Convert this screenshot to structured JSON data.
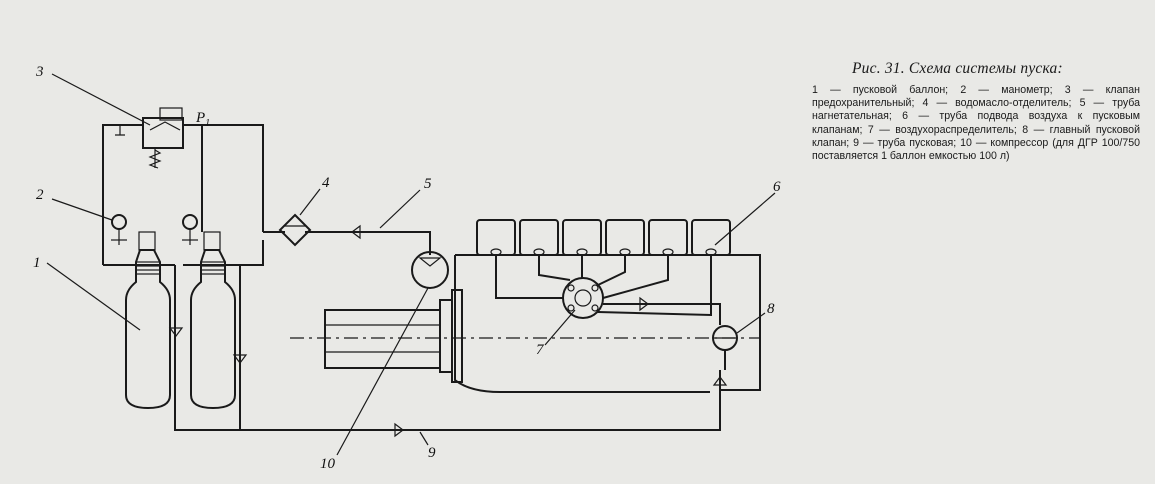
{
  "figure": {
    "title": "Рис. 31. Схема системы пуска:",
    "legend_text": "1 — пусковой баллон; 2 — манометр; 3 — клапан предохранительный; 4 — водомасло-отделитель; 5 — труба нагнетательная; 6 — труба подвода воздуха к пусковым клапанам; 7 — воздухораспределитель; 8 — главный пусковой клапан; 9 — труба пусковая; 10 — компрессор (для ДГР 100/750 поставляется 1 баллон емкостью 100 л)"
  },
  "labels": {
    "n1": "1",
    "n2": "2",
    "n3": "3",
    "n4": "4",
    "n5": "5",
    "n6": "6",
    "n7": "7",
    "n8": "8",
    "n9": "9",
    "n10": "10",
    "p1": "P",
    "p1_sub": "1"
  }
}
